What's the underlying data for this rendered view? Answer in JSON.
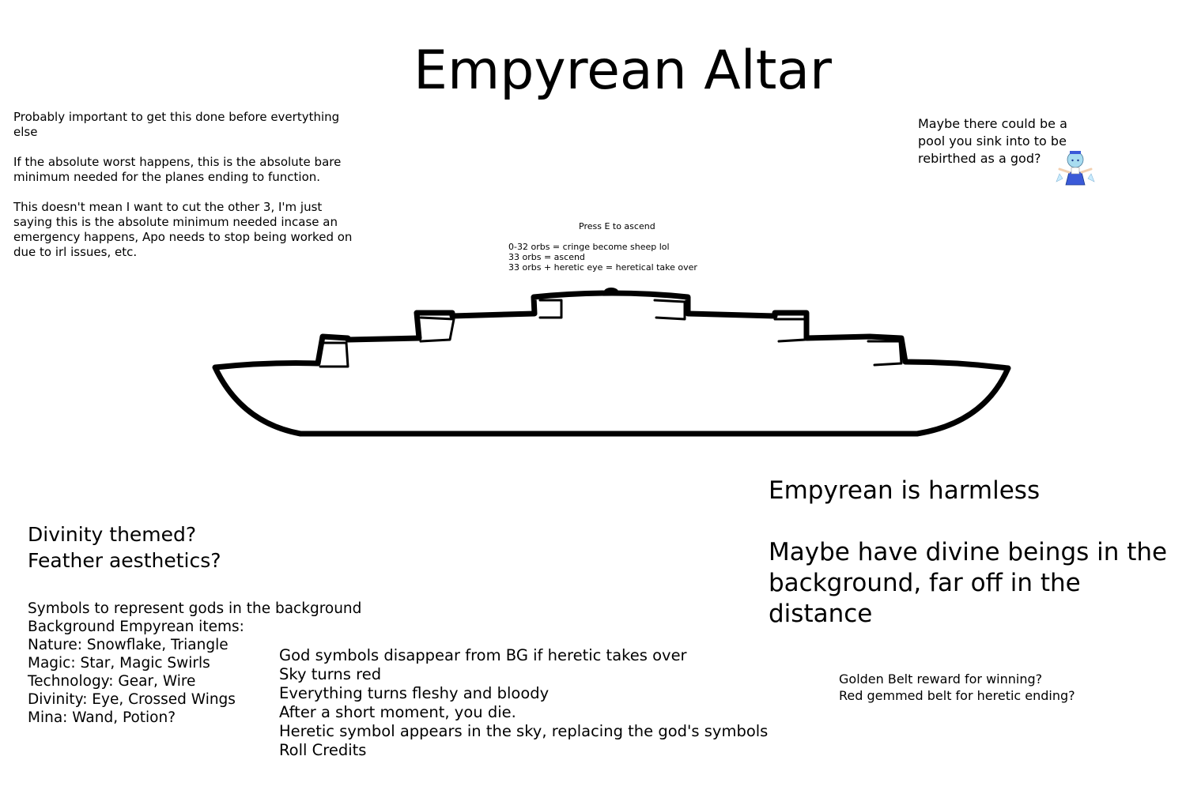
{
  "title": "Empyrean Altar",
  "notes": {
    "left_top": "Probably important to get this done before evertything else\n\nIf the absolute worst happens, this is the absolute bare minimum needed for the planes ending to function.\n\nThis doesn't mean I want to cut the other 3, I'm just saying this is the absolute minimum needed incase an emergency happens, Apo needs to stop being worked on due to irl issues, etc.",
    "pool": "Maybe there could be a pool you sink into to be rebirthed as a god?",
    "press_e": "Press E to ascend",
    "orb_rules": [
      "0-32 orbs = cringe become sheep lol",
      "33 orbs = ascend",
      "33 orbs + heretic eye = heretical take over"
    ],
    "harmless": "Empyrean is harmless\n\nMaybe have divine beings in the background, far off in the distance",
    "divinity": [
      "Divinity themed?",
      "Feather aesthetics?"
    ],
    "symbols": [
      "Symbols to represent gods in the background",
      "Background Empyrean items:",
      "Nature: Snowflake, Triangle",
      "Magic: Star, Magic Swirls",
      "Technology: Gear, Wire",
      "Divinity: Eye, Crossed Wings",
      "Mina: Wand, Potion?"
    ],
    "heretic_ending": [
      "God symbols disappear from BG if heretic takes over",
      "Sky turns red",
      "Everything turns fleshy and bloody",
      "After a short moment, you die.",
      "Heretic symbol appears in the sky, replacing the god's symbols",
      "Roll Credits"
    ],
    "belt": [
      "Golden Belt reward for winning?",
      "Red gemmed belt for heretic ending?"
    ]
  },
  "colors": {
    "ink": "#000000",
    "background": "#ffffff",
    "character_hair": "#a8dcf0",
    "character_dress": "#3a5ad8"
  },
  "icons": {
    "character": "cirno-shrug-icon"
  }
}
